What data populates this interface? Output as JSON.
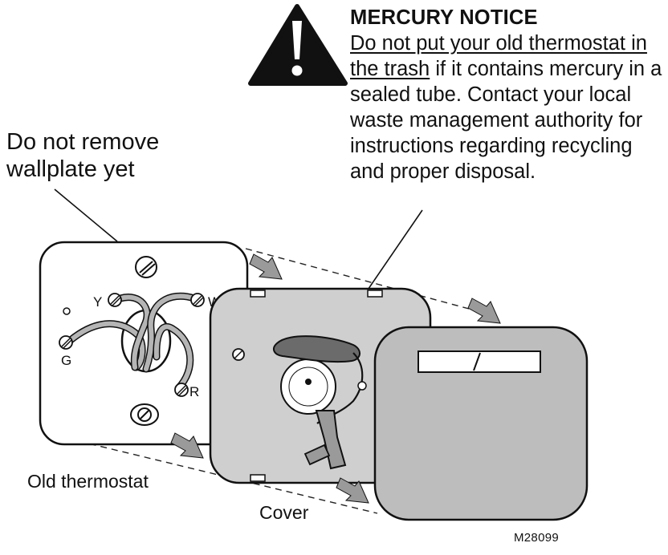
{
  "notice": {
    "title": "MERCURY NOTICE",
    "underlined_text": "Do not put your old thermostat in the trash",
    "body_text": " if it contains mercury in a sealed tube. Contact your local waste management authority for instructions regarding recycling and proper disposal."
  },
  "wallplate_note": "Do not remove wallplate yet",
  "labels": {
    "old_thermostat": "Old thermostat",
    "cover": "Cover",
    "figure_number": "M28099"
  },
  "terminals": {
    "y": "Y",
    "w": "W",
    "g": "G",
    "r": "R"
  },
  "icons": [
    "warning-triangle-icon",
    "direction-arrow-icon"
  ],
  "colors": {
    "outline": "#111111",
    "wallplate_fill": "#ffffff",
    "cover_fill": "#cfcfcf",
    "thermostat_fill": "#bdbdbd",
    "arrow_fill": "#9a9a9a"
  }
}
